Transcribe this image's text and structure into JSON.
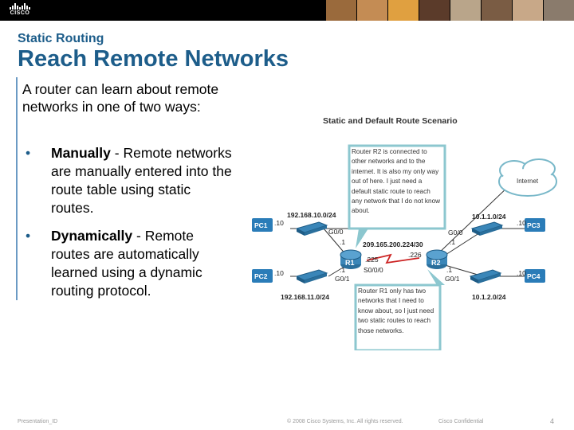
{
  "header": {
    "logo_text": "CISCO",
    "photo_colors": [
      "#9a6a3c",
      "#c48c54",
      "#e0a040",
      "#5b3b2a",
      "#b9a58a",
      "#7a5c44",
      "#c8a888",
      "#8a7b6c"
    ]
  },
  "slide": {
    "kicker": "Static Routing",
    "title": "Reach Remote Networks",
    "intro": "A router can learn about remote networks in one of two ways:",
    "bullets": [
      {
        "term": "Manually",
        "text": " - Remote networks are manually entered into the route table using static routes."
      },
      {
        "term": "Dynamically",
        "text": " - Remote routes are automatically learned using a dynamic routing protocol."
      }
    ]
  },
  "diagram": {
    "title": "Static and Default Route Scenario",
    "callout_r2": "Router R2 is connected to other networks and to the internet. It is also my only way out of here. I just need a default static route to reach any network that I do not know about.",
    "callout_r1": "Router R1 only has two networks that I need to know about, so I just need two static routes to reach those networks.",
    "internet": "Internet",
    "pc1": "PC1",
    "pc2": "PC2",
    "pc3": "PC3",
    "pc4": "PC4",
    "r1": "R1",
    "r2": "R2",
    "net_pc1": "192.168.10.0/24",
    "net_pc2": "192.168.11.0/24",
    "net_pc3": "10.1.1.0/24",
    "net_pc4": "10.1.2.0/24",
    "net_serial": "209.165.200.224/30",
    "pc1_host": ".10",
    "pc2_host": ".10",
    "pc3_host": ".10",
    "pc4_host": ".10",
    "r1_g00": "G0/0",
    "r1_g00_ip": ".1",
    "r1_g01": "G0/1",
    "r1_g01_ip": ".1",
    "r1_s000": "S0/0/0",
    "r1_s_ip": ".225",
    "r2_s_ip": ".226",
    "r2_g00": "G0/0",
    "r2_g00_ip": ".1",
    "r2_g01": "G0/1",
    "r2_g01_ip": ".1"
  },
  "footer": {
    "left": "Presentation_ID",
    "center": "© 2008 Cisco Systems, Inc. All rights reserved.",
    "right": "Cisco Confidential",
    "page": "4"
  }
}
